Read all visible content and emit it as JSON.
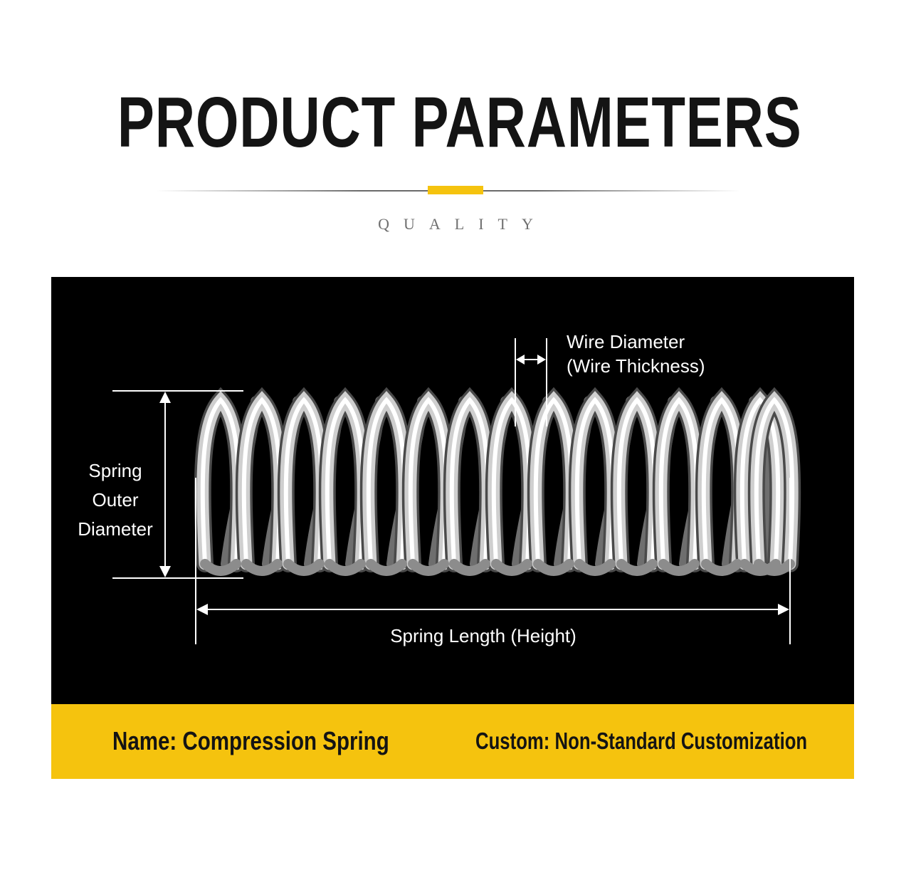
{
  "header": {
    "title": "PRODUCT PARAMETERS",
    "subtitle": "QUALITY",
    "accent_color": "#f5c30e"
  },
  "diagram": {
    "outer_diameter_label": "Spring Outer Diameter",
    "outer_diameter_lines": [
      "Spring",
      "Outer",
      "Diameter"
    ],
    "wire_diameter_lines": [
      "Wire Diameter",
      "(Wire Thickness)"
    ],
    "length_label": "Spring Length (Height)",
    "background_color": "#000000"
  },
  "footer": {
    "name": "Name: Compression Spring",
    "custom": "Custom: Non-Standard Customization",
    "background_color": "#f5c30e"
  }
}
